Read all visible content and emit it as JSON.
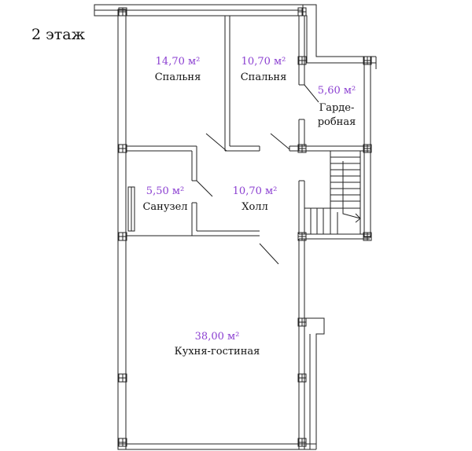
{
  "floor_label": "2 этаж",
  "colors": {
    "area": "#8b3fd1",
    "line": "#222222",
    "text": "#111111"
  },
  "rooms": [
    {
      "area": "14,70 м²",
      "name": "Спальня"
    },
    {
      "area": "10,70 м²",
      "name": "Спальня"
    },
    {
      "area": "5,60 м²",
      "name_lines": [
        "Гарде-",
        "робная"
      ]
    },
    {
      "area": "5,50 м²",
      "name": "Санузел"
    },
    {
      "area": "10,70 м²",
      "name": "Холл"
    },
    {
      "area": "38,00 м²",
      "name": "Кухня-гостиная"
    }
  ]
}
